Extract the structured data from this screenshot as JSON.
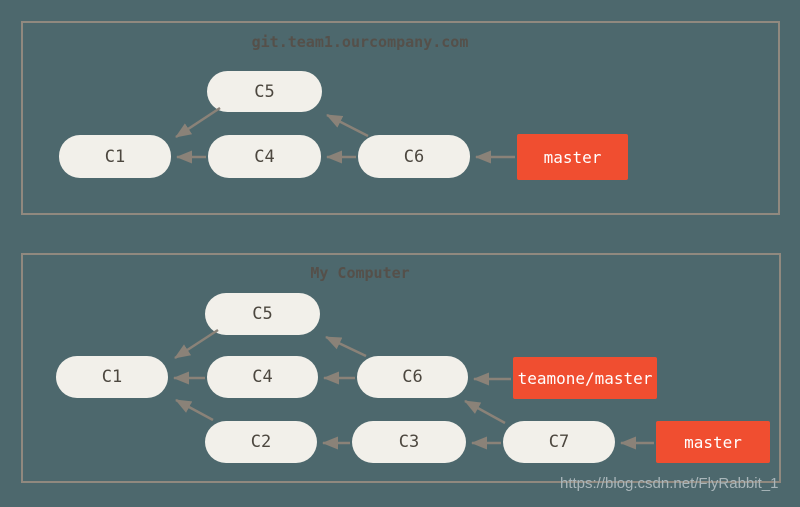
{
  "server": {
    "title": "git.team1.ourcompany.com",
    "nodes": {
      "c1": "C1",
      "c4": "C4",
      "c5": "C5",
      "c6": "C6"
    },
    "branches": {
      "master": "master"
    },
    "edges": [
      {
        "from": "C4",
        "to": "C1"
      },
      {
        "from": "C5",
        "to": "C1"
      },
      {
        "from": "C6",
        "to": "C4"
      },
      {
        "from": "C6",
        "to": "C5"
      },
      {
        "from": "master",
        "to": "C6"
      }
    ]
  },
  "local": {
    "title": "My Computer",
    "nodes": {
      "c1": "C1",
      "c2": "C2",
      "c3": "C3",
      "c4": "C4",
      "c5": "C5",
      "c6": "C6",
      "c7": "C7"
    },
    "branches": {
      "teamone_master": "teamone/master",
      "master": "master"
    },
    "edges": [
      {
        "from": "C4",
        "to": "C1"
      },
      {
        "from": "C5",
        "to": "C1"
      },
      {
        "from": "C2",
        "to": "C1"
      },
      {
        "from": "C6",
        "to": "C4"
      },
      {
        "from": "C6",
        "to": "C5"
      },
      {
        "from": "C3",
        "to": "C2"
      },
      {
        "from": "C7",
        "to": "C3"
      },
      {
        "from": "C7",
        "to": "C6"
      },
      {
        "from": "teamone/master",
        "to": "C6"
      },
      {
        "from": "master",
        "to": "C7"
      }
    ]
  },
  "watermark": "https://blog.csdn.net/FlyRabbit_1",
  "colors": {
    "background": "#4d686d",
    "panel_border": "#90897f",
    "node_fill": "#f2f0ea",
    "node_text": "#4c473f",
    "branch_fill": "#f04e30",
    "branch_text": "#ffffff",
    "arrow": "#8a8278",
    "title_text": "#55504a",
    "watermark_text": "#a9b6ba"
  }
}
